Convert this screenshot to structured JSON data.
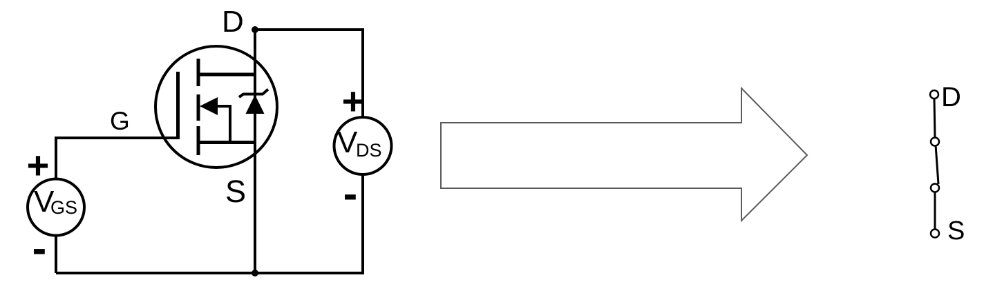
{
  "schematic": {
    "terminal_labels": {
      "drain": "D",
      "gate": "G",
      "source": "S"
    },
    "vgs": {
      "symbol": "V",
      "subscript": "GS",
      "plus_sign": "+",
      "minus_sign": "-"
    },
    "vds": {
      "symbol": "V",
      "subscript": "DS",
      "plus_sign": "+",
      "minus_sign": "-"
    }
  },
  "equivalent_switch": {
    "drain_label": "D",
    "source_label": "S"
  },
  "icons": {
    "transform_arrow": "right-arrow",
    "mosfet": "n-mosfet-with-body-diode",
    "switch": "spst-switch"
  },
  "colors": {
    "stroke_color": "#000000",
    "arrow_outline_color": "#5a5a5a",
    "background_color": "#ffffff"
  }
}
